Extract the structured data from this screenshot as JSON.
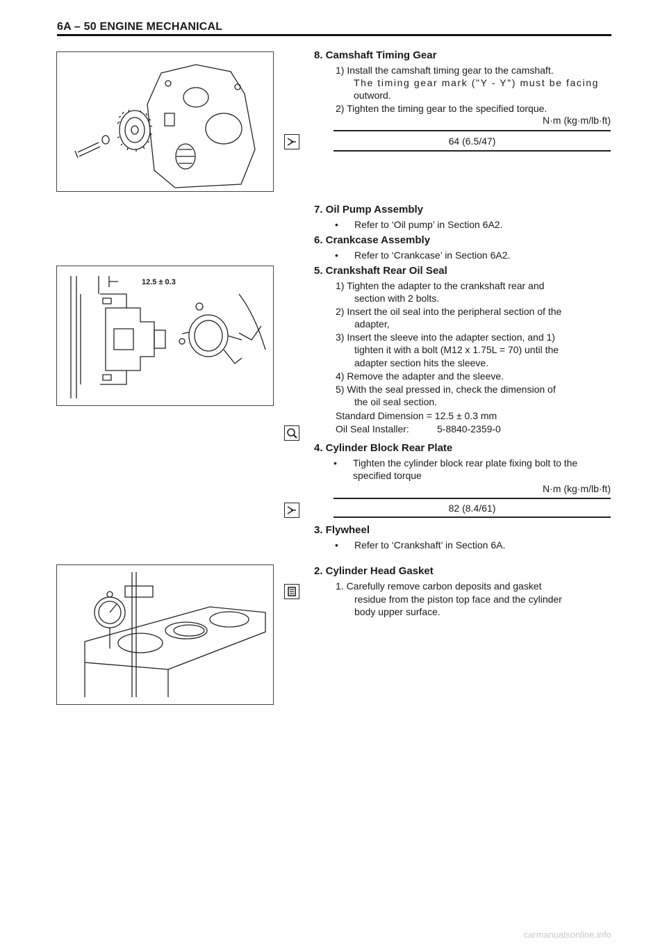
{
  "header": {
    "title": "6A – 50 ENGINE MECHANICAL"
  },
  "fig2": {
    "dimension_label": "12.5 ± 0.3"
  },
  "icons": {
    "tighten": "tighten-torque-icon",
    "tool": "special-tool-icon",
    "clean": "cleaning-icon"
  },
  "s8": {
    "title": "8.  Camshaft Timing Gear",
    "l1": "1)  Install the camshaft timing gear to the camshaft.",
    "l2": "The timing gear mark (\"Y - Y\") must be facing",
    "l3": "outword.",
    "l4": "2)  Tighten the timing gear to the specified torque.",
    "unit": "N·m (kg·m/lb·ft)",
    "torque": "64 (6.5/47)"
  },
  "s7": {
    "title": "7.  Oil Pump Assembly",
    "b1": "Refer to ‘Oil pump’ in Section 6A2."
  },
  "s6": {
    "title": "6.  Crankcase Assembly",
    "b1": "Refer to ‘Crankcase’ in Section 6A2."
  },
  "s5": {
    "title": "5.  Crankshaft Rear Oil Seal",
    "l1": "1)  Tighten the adapter to the crankshaft rear and",
    "l2": "section with 2 bolts.",
    "l3": "2)  Insert the oil seal into the peripheral section of the",
    "l4": "adapter,",
    "l5": "3)  Insert the sleeve into the adapter section, and 1)",
    "l6": "tighten it with a bolt (M12 x 1.75L = 70) until the",
    "l7": "adapter section hits the sleeve.",
    "l8": "4)  Remove the adapter and the sleeve.",
    "l9": "5)  With the seal pressed in, check the dimension of",
    "l10": "the oil seal section.",
    "l11": "Standard Dimension = 12.5 ± 0.3 mm",
    "l12": "Oil Seal Installer:",
    "l12b": "5-8840-2359-0"
  },
  "s4": {
    "title": "4.  Cylinder Block Rear Plate",
    "b1": "Tighten the cylinder block rear plate fixing bolt to the",
    "b1b": "specified torque",
    "unit": "N·m (kg·m/lb·ft)",
    "torque": "82 (8.4/61)"
  },
  "s3": {
    "title": "3.  Flywheel",
    "b1": "Refer to ‘Crankshaft’ in Section 6A."
  },
  "s2": {
    "title": "2.  Cylinder Head Gasket",
    "l1": "1.  Carefully remove carbon deposits and gasket",
    "l2": "residue from the piston top face and the cylinder",
    "l3": "body upper surface."
  },
  "footer": {
    "text": "carmanualsonline.info"
  }
}
